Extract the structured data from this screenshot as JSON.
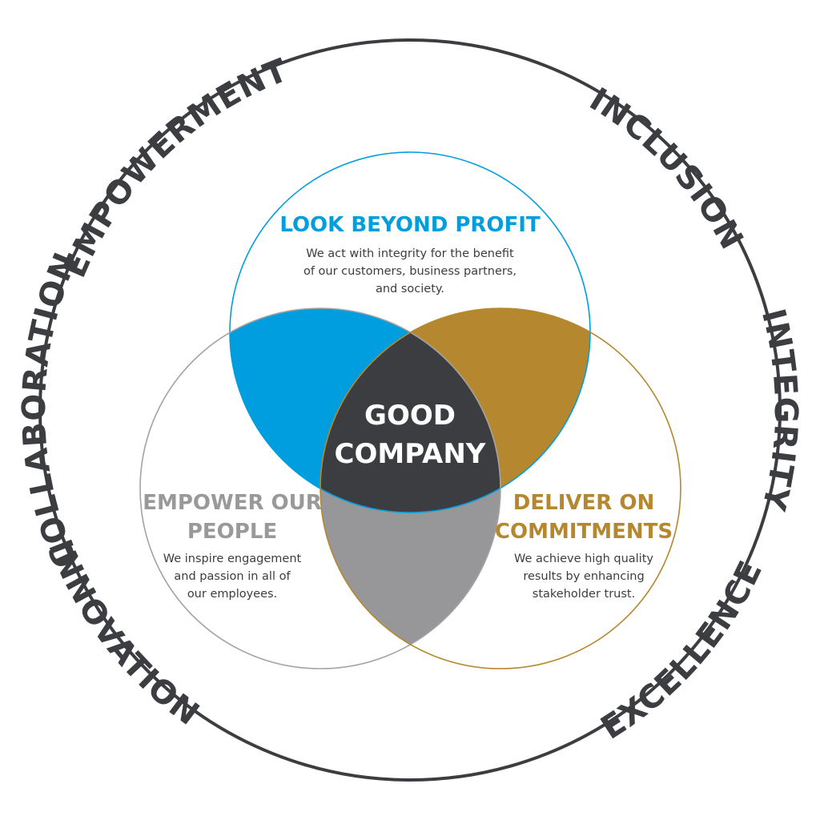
{
  "ring_words": {
    "empowerment": "EMPOWERMENT",
    "inclusion": "INCLUSION",
    "integrity": "INTEGRITY",
    "excellence": "EXCELLENCE",
    "innovation": "INNOVATION",
    "collaboration": "COLLABORATION"
  },
  "center": {
    "line1": "GOOD",
    "line2": "COMPANY"
  },
  "look_beyond_profit": {
    "title": "LOOK BEYOND PROFIT",
    "body": [
      "We act with integrity for the benefit",
      "of our customers, business partners,",
      "and society."
    ]
  },
  "empower_our_people": {
    "title": [
      "EMPOWER OUR",
      "PEOPLE"
    ],
    "body": [
      "We inspire engagement",
      "and passion in all of",
      "our employees."
    ]
  },
  "deliver_on_commitments": {
    "title": [
      "DELIVER ON",
      "COMMITMENTS"
    ],
    "body": [
      "We achieve high quality",
      "results by enhancing",
      "stakeholder trust."
    ]
  },
  "colors": {
    "blue": "#009ede",
    "gold": "#b5882f",
    "grey": "#999999",
    "grey_region": "#97979a",
    "dark": "#3b3d40",
    "outer_ring": "#3b3d40"
  }
}
